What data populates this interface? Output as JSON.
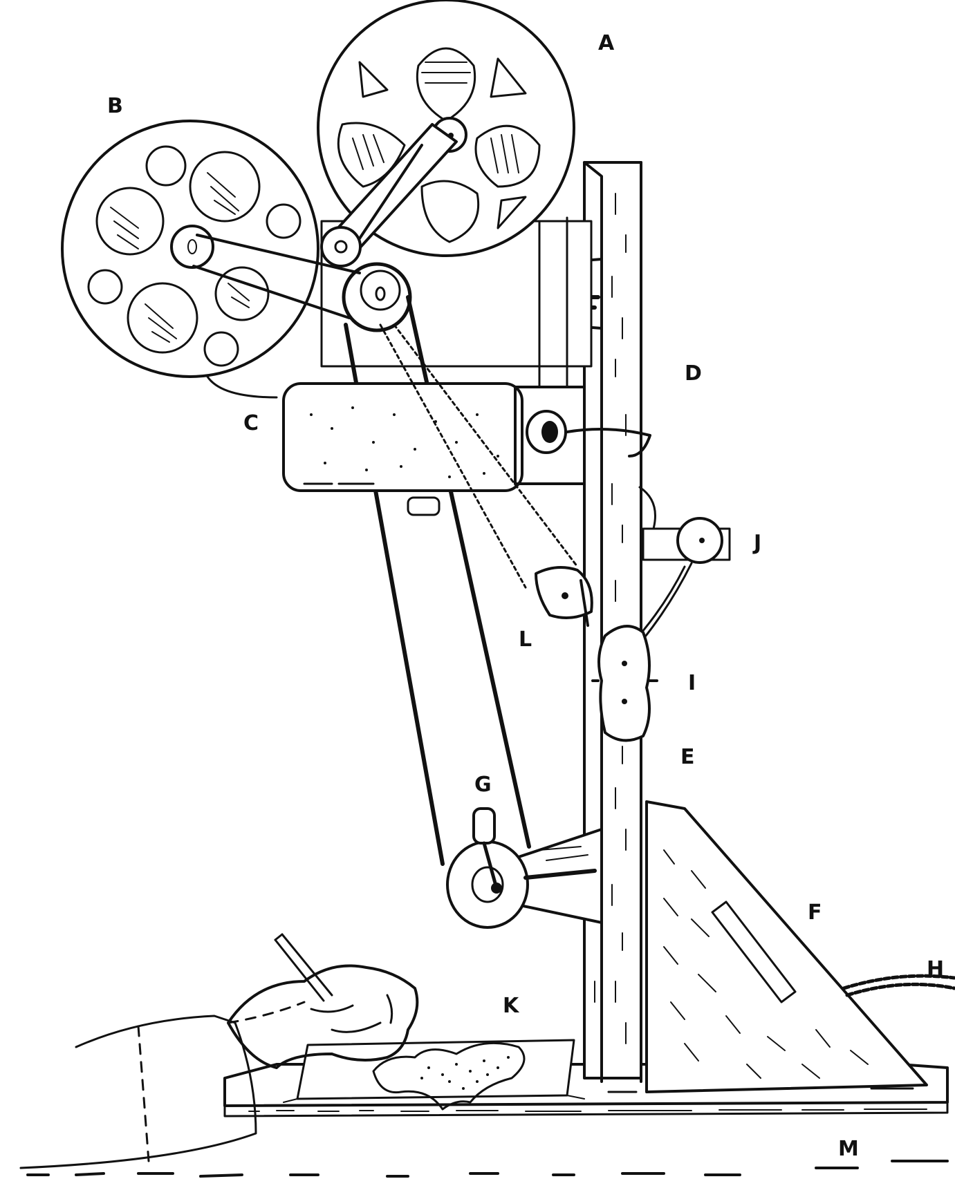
{
  "labels": {
    "a": "A",
    "b": "B",
    "c": "C",
    "d": "D",
    "e": "E",
    "f": "F",
    "g": "G",
    "h": "H",
    "i": "I",
    "j": "J",
    "k": "K",
    "l": "L",
    "m": "M"
  },
  "colors": {
    "ink": "#111111",
    "paper": "#ffffff"
  }
}
